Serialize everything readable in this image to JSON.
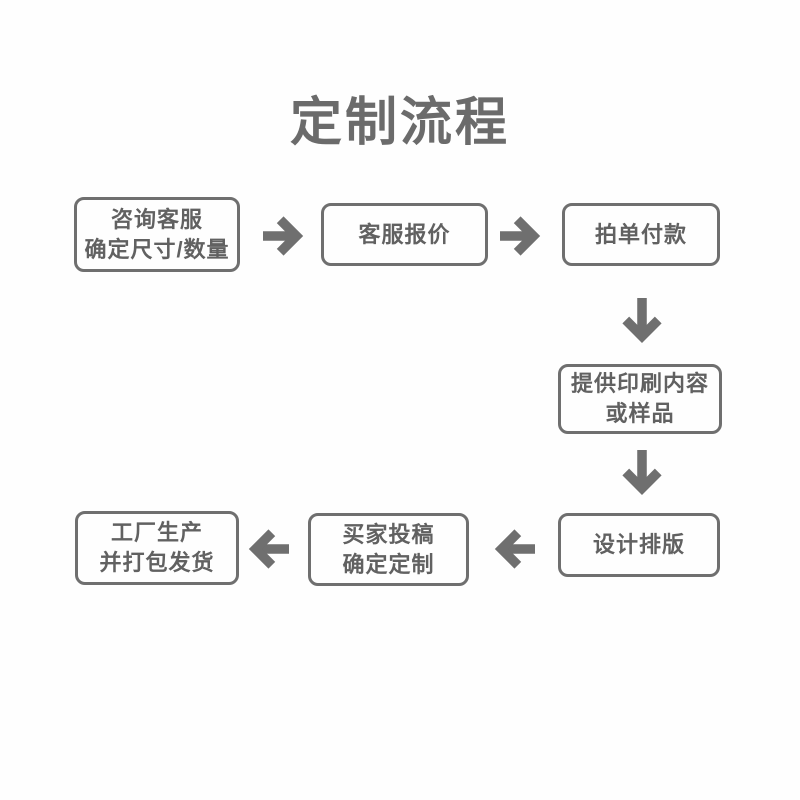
{
  "title": "定制流程",
  "colors": {
    "background": "#ffffff",
    "line_gray": "#6f6f6f",
    "text_gray": "#616161",
    "title_gray": "#6b6b6b"
  },
  "flow": {
    "steps": [
      {
        "id": 1,
        "label": "咨询客服\n确定尺寸/数量"
      },
      {
        "id": 2,
        "label": "客服报价"
      },
      {
        "id": 3,
        "label": "拍单付款"
      },
      {
        "id": 4,
        "label": "提供印刷内容\n或样品"
      },
      {
        "id": 5,
        "label": "设计排版"
      },
      {
        "id": 6,
        "label": "买家投稿\n确定定制"
      },
      {
        "id": 7,
        "label": "工厂生产\n并打包发货"
      }
    ],
    "arrows": [
      {
        "direction": "right",
        "from_step": 1,
        "to_step": 2,
        "icon": "arrow-right-icon"
      },
      {
        "direction": "right",
        "from_step": 2,
        "to_step": 3,
        "icon": "arrow-right-icon"
      },
      {
        "direction": "down",
        "from_step": 3,
        "to_step": 4,
        "icon": "arrow-down-icon"
      },
      {
        "direction": "down",
        "from_step": 4,
        "to_step": 5,
        "icon": "arrow-down-icon"
      },
      {
        "direction": "left",
        "from_step": 5,
        "to_step": 6,
        "icon": "arrow-left-icon"
      },
      {
        "direction": "left",
        "from_step": 6,
        "to_step": 7,
        "icon": "arrow-left-icon"
      }
    ]
  }
}
